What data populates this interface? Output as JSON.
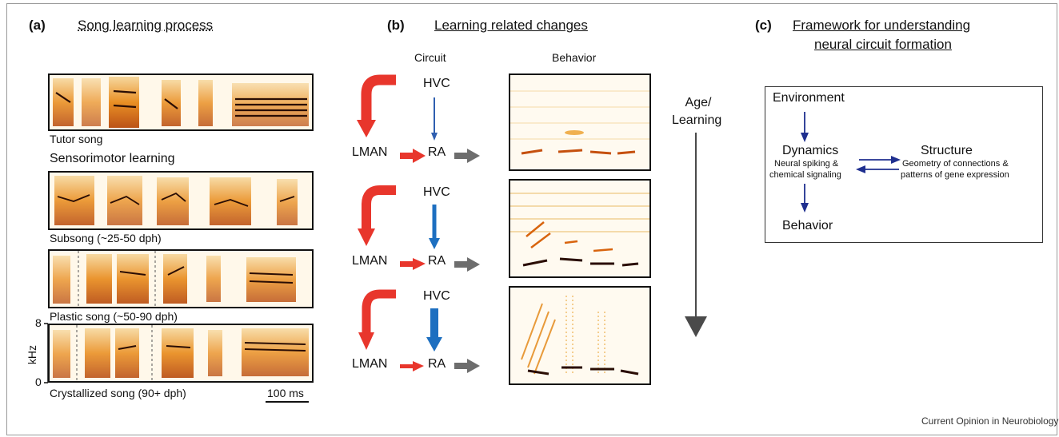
{
  "panel_a": {
    "letter": "(a)",
    "title": "Song learning process",
    "tutor_label": "Tutor song",
    "sensorimotor_label": "Sensorimotor learning",
    "subsong_label": "Subsong (~25-50 dph)",
    "plastic_label": "Plastic song (~50-90 dph)",
    "crystallized_label": "Crystallized song (90+ dph)",
    "axis_unit": "kHz",
    "axis_max": "8",
    "axis_min": "0",
    "scale_bar": "100 ms"
  },
  "panel_b": {
    "letter": "(b)",
    "title": "Learning related changes",
    "circuit_header": "Circuit",
    "behavior_header": "Behavior",
    "hvc": "HVC",
    "lman": "LMAN",
    "ra": "RA",
    "age_label_1": "Age/",
    "age_label_2": "Learning"
  },
  "panel_c": {
    "letter": "(c)",
    "title_line1": "Framework for understanding",
    "title_line2": "neural circuit formation",
    "environment": "Environment",
    "dynamics": "Dynamics",
    "dynamics_sub1": "Neural spiking &",
    "dynamics_sub2": "chemical signaling",
    "structure": "Structure",
    "structure_sub1": "Geometry of connections &",
    "structure_sub2": "patterns of gene expression",
    "behavior": "Behavior"
  },
  "footer": "Current Opinion in Neurobiology",
  "colors": {
    "red_arrow": "#e8362c",
    "blue_arrow_light": "#2f5fb0",
    "blue_arrow_strong": "#1d6fc0",
    "grey_arrow": "#6d6d6d",
    "framework_arrow": "#1f2f8f",
    "spectrogram_warm": "#e88a1a"
  }
}
